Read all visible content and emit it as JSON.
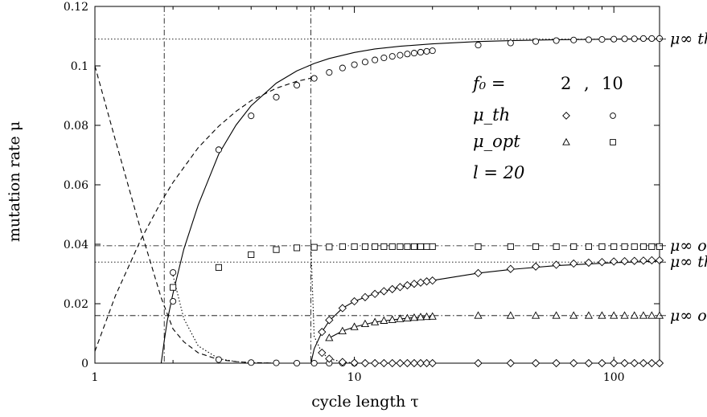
{
  "chart_data": {
    "type": "scatter",
    "xlabel": "cycle length τ",
    "ylabel": "mutation rate μ",
    "x_scale": "log",
    "xlim": [
      1,
      150
    ],
    "ylim": [
      0,
      0.12
    ],
    "x_ticks": [
      {
        "value": 1,
        "label": "1"
      },
      {
        "value": 10,
        "label": "10"
      },
      {
        "value": 100,
        "label": "100"
      }
    ],
    "y_ticks": [
      {
        "value": 0,
        "label": "0"
      },
      {
        "value": 0.02,
        "label": "0.02"
      },
      {
        "value": 0.04,
        "label": "0.04"
      },
      {
        "value": 0.06,
        "label": "0.06"
      },
      {
        "value": 0.08,
        "label": "0.08"
      },
      {
        "value": 0.1,
        "label": "0.1"
      },
      {
        "value": 0.12,
        "label": "0.12"
      }
    ],
    "grid": false,
    "legend": {
      "placement": "top-right",
      "f0_label": "f₀ =",
      "f0_values": [
        "2",
        ",",
        "10"
      ],
      "rows": [
        {
          "label": "μ_th",
          "markers": [
            "diamond",
            "circle"
          ]
        },
        {
          "label": "μ_opt",
          "markers": [
            "triangle",
            "square"
          ]
        }
      ],
      "extra": "l = 20"
    },
    "right_labels": [
      {
        "text": "μ∞ th",
        "y": 0.109
      },
      {
        "text": "μ∞ opt",
        "y": 0.0395
      },
      {
        "text": "μ∞ th",
        "y": 0.034
      },
      {
        "text": "μ∞ opt",
        "y": 0.016
      }
    ],
    "reference_lines": [
      {
        "style": "dotted",
        "y": 0.109
      },
      {
        "style": "dashdot",
        "y": 0.0395
      },
      {
        "style": "dotted",
        "y": 0.034
      },
      {
        "style": "dashdot",
        "y": 0.016
      }
    ],
    "vertical_lines": [
      {
        "style": "dashdot",
        "x": 1.85
      },
      {
        "style": "dashdot",
        "x": 6.8
      }
    ],
    "series": [
      {
        "marker": "circle",
        "x": [
          2,
          3,
          4,
          5,
          6,
          7,
          8,
          9,
          10,
          11,
          12,
          13,
          14,
          15,
          16,
          17,
          18,
          19,
          20,
          30,
          40,
          50,
          60,
          70,
          80,
          90,
          100,
          110,
          120,
          130,
          140,
          150
        ],
        "y": [
          0.0305,
          0.0718,
          0.0832,
          0.0895,
          0.0935,
          0.0958,
          0.0978,
          0.0993,
          0.1004,
          0.1013,
          0.102,
          0.1027,
          0.1032,
          0.1036,
          0.104,
          0.1043,
          0.1046,
          0.1049,
          0.1051,
          0.107,
          0.1077,
          0.1082,
          0.1085,
          0.1087,
          0.1088,
          0.1089,
          0.109,
          0.1091,
          0.1091,
          0.1092,
          0.1092,
          0.1092
        ]
      },
      {
        "marker": "square",
        "x": [
          2,
          3,
          4,
          5,
          6,
          7,
          8,
          9,
          10,
          11,
          12,
          13,
          14,
          15,
          16,
          17,
          18,
          19,
          20,
          30,
          40,
          50,
          60,
          70,
          80,
          90,
          100,
          110,
          120,
          130,
          140,
          150
        ],
        "y": [
          0.0255,
          0.0322,
          0.0365,
          0.0382,
          0.0388,
          0.039,
          0.0391,
          0.0392,
          0.0392,
          0.0392,
          0.0392,
          0.0392,
          0.0392,
          0.0392,
          0.0392,
          0.0392,
          0.0392,
          0.0392,
          0.0392,
          0.0392,
          0.0392,
          0.0392,
          0.0392,
          0.0392,
          0.0392,
          0.0392,
          0.0392,
          0.0392,
          0.0392,
          0.0392,
          0.0392,
          0.0392
        ]
      },
      {
        "marker": "circle",
        "x": [
          2,
          3,
          4,
          5,
          6,
          7,
          8,
          9,
          10
        ],
        "y": [
          0.0208,
          0.0012,
          0.0002,
          0.0001,
          0.0,
          0.0,
          0.0,
          0.0,
          0.0
        ]
      },
      {
        "marker": "diamond",
        "x": [
          7.5,
          8,
          9,
          10,
          11,
          12,
          13,
          14,
          15,
          16,
          17,
          18,
          19,
          20,
          30,
          40,
          50,
          60,
          70,
          80,
          90,
          100,
          110,
          120,
          130,
          140,
          150
        ],
        "y": [
          0.0105,
          0.0145,
          0.0185,
          0.0208,
          0.0222,
          0.0233,
          0.0242,
          0.0249,
          0.0256,
          0.0262,
          0.0267,
          0.0271,
          0.0275,
          0.0278,
          0.0303,
          0.0317,
          0.0325,
          0.0331,
          0.0335,
          0.0338,
          0.034,
          0.0342,
          0.0343,
          0.0344,
          0.0345,
          0.0346,
          0.0346
        ]
      },
      {
        "marker": "diamond",
        "x": [
          7.5,
          8,
          9,
          10,
          11,
          12,
          13,
          14,
          15,
          16,
          17,
          18,
          19,
          20,
          30,
          40,
          50,
          60,
          70,
          80,
          90,
          100,
          110,
          120,
          130,
          140,
          150
        ],
        "y": [
          0.0035,
          0.0015,
          0.0004,
          0.0001,
          0.0,
          0.0,
          0.0,
          0.0,
          0.0,
          0.0,
          0.0,
          0.0,
          0.0,
          0.0,
          0.0,
          0.0,
          0.0,
          0.0,
          0.0,
          0.0,
          0.0,
          0.0,
          0.0,
          0.0,
          0.0,
          0.0,
          0.0
        ]
      },
      {
        "marker": "triangle",
        "x": [
          8,
          9,
          10,
          11,
          12,
          13,
          14,
          15,
          16,
          17,
          18,
          19,
          20,
          30,
          40,
          50,
          60,
          70,
          80,
          90,
          100,
          110,
          120,
          130,
          140,
          150
        ],
        "y": [
          0.0085,
          0.0108,
          0.0122,
          0.0132,
          0.0138,
          0.0143,
          0.0146,
          0.0149,
          0.0151,
          0.0153,
          0.0155,
          0.0156,
          0.0157,
          0.016,
          0.016,
          0.016,
          0.016,
          0.016,
          0.016,
          0.016,
          0.016,
          0.016,
          0.016,
          0.016,
          0.016,
          0.016
        ]
      }
    ],
    "curves": [
      {
        "style": "solid",
        "x": [
          1.8,
          1.85,
          1.9,
          2,
          2.2,
          2.5,
          3,
          3.5,
          4,
          5,
          6,
          7,
          8,
          10,
          12,
          15,
          20,
          30,
          40,
          60,
          80,
          100,
          150
        ],
        "y": [
          0,
          0.0075,
          0.0142,
          0.0235,
          0.0383,
          0.0532,
          0.0703,
          0.0801,
          0.0866,
          0.0942,
          0.0983,
          0.1008,
          0.1025,
          0.1045,
          0.1057,
          0.1066,
          0.1074,
          0.1082,
          0.1085,
          0.1088,
          0.1089,
          0.109,
          0.1091
        ]
      },
      {
        "style": "dashed",
        "x": [
          1,
          1.2,
          1.5,
          1.8,
          2,
          2.5,
          3,
          3.5,
          4,
          5,
          6,
          7
        ],
        "y": [
          0.004,
          0.0227,
          0.0414,
          0.0543,
          0.0608,
          0.0725,
          0.0797,
          0.0847,
          0.0883,
          0.0925,
          0.0948,
          0.0961
        ]
      },
      {
        "style": "dashed",
        "x": [
          1,
          1.2,
          1.5,
          1.8,
          2,
          2.2,
          2.5,
          3,
          3.5,
          4,
          5,
          6,
          7
        ],
        "y": [
          0.1,
          0.075,
          0.045,
          0.022,
          0.0115,
          0.0072,
          0.0035,
          0.0012,
          0.0005,
          0.0002,
          0.0,
          0.0,
          0.0
        ]
      },
      {
        "style": "dotted",
        "x": [
          2,
          2.2,
          2.5,
          3,
          3.5,
          4,
          5
        ],
        "y": [
          0.0295,
          0.015,
          0.0058,
          0.0015,
          0.0005,
          0.0002,
          0.0
        ]
      },
      {
        "style": "solid",
        "x": [
          6.8,
          7,
          7.5,
          8,
          9,
          10,
          12,
          15,
          20,
          30,
          40,
          60,
          100,
          150
        ],
        "y": [
          0,
          0.0048,
          0.0105,
          0.0142,
          0.0185,
          0.0208,
          0.0234,
          0.0256,
          0.0278,
          0.0303,
          0.0315,
          0.0328,
          0.0338,
          0.0343
        ]
      },
      {
        "style": "solid",
        "x": [
          8,
          9,
          10,
          12,
          14,
          16,
          18,
          20
        ],
        "y": [
          0.0085,
          0.0108,
          0.0122,
          0.0138,
          0.0146,
          0.0151,
          0.0155,
          0.0157
        ]
      },
      {
        "style": "dotted",
        "x": [
          6.8,
          7,
          7.5,
          8,
          9,
          10
        ],
        "y": [
          0.0395,
          0.009,
          0.0035,
          0.0015,
          0.0004,
          0.0001
        ]
      }
    ]
  }
}
